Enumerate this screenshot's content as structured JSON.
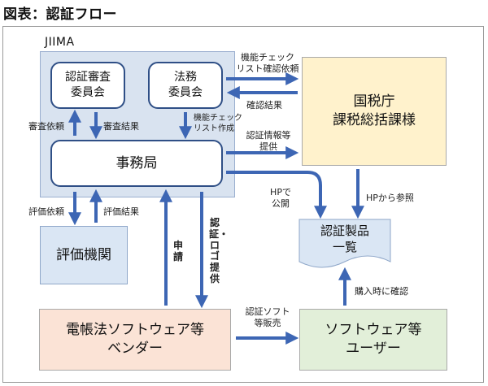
{
  "title": "図表：認証フロー",
  "jiima_label": "JIIMA",
  "nodes": {
    "ninsho_shinsa": [
      "認証審査",
      "委員会"
    ],
    "homu": [
      "法務",
      "委員会"
    ],
    "jimukyoku": "事務局",
    "hyoka": "評価機関",
    "kokuzei": [
      "国税庁",
      "課税総括課様"
    ],
    "seihin": [
      "認証製品",
      "一覧"
    ],
    "vendor": [
      "電帳法ソフトウェア等",
      "ベンダー"
    ],
    "user": [
      "ソフトウェア等",
      "ユーザー"
    ]
  },
  "labels": {
    "kino_irai": [
      "機能チェック",
      "リスト確認依頼"
    ],
    "kakunin_kekka": "確認結果",
    "shinsa_irai": "審査依頼",
    "shinsa_kekka": "審査結果",
    "kino_sakusei": [
      "機能チェック",
      "リスト作成"
    ],
    "ninsho_teikyo": [
      "認証情報等",
      "提供"
    ],
    "hp_kokai": [
      "HPで",
      "公開"
    ],
    "hp_sansho": "HPから参照",
    "hyoka_irai": "評価依頼",
    "hyoka_kekka": "評価結果",
    "shinsei": "申請",
    "logo_teikyo": "認証・ロゴ提供",
    "software_hanbai": [
      "認証ソフト",
      "等販売"
    ],
    "konyu_kakunin": "購入時に確認"
  },
  "colors": {
    "arrow": "#3d66b4",
    "node_border": "#2f4f86",
    "jiima_bg": "#d9e3f0",
    "kokuzei_bg": "#fff2cc",
    "vendor_bg": "#fbe3d6",
    "user_bg": "#e2efd9"
  }
}
